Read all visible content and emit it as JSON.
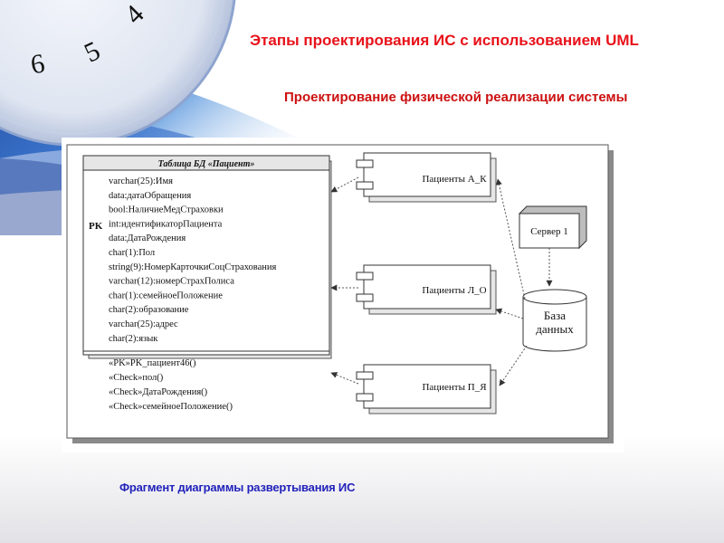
{
  "slide": {
    "title": "Этапы проектирования ИС с  использованием UML",
    "subtitle": "Проектирование физической реализации системы",
    "caption": "Фрагмент диаграммы развертывания ИС"
  },
  "clock_numbers": [
    "6",
    "5",
    "4"
  ],
  "diagram": {
    "table": {
      "header": "Таблица БД «Пациент»",
      "pk_label": "PK",
      "attributes": [
        "varchar(25):Имя",
        "data:датаОбращения",
        "bool:НаличиеМедСтраховки",
        "int:идентификаторПациента",
        "data:ДатаРождения",
        "char(1):Пол",
        "string(9):НомерКарточкиСоцСтрахования",
        "varchar(12):номерСтрахПолиса",
        "char(1):семейноеПоложение",
        "char(2):образование",
        "varchar(25):адрес",
        "char(2):язык"
      ],
      "operations": [
        "«PK»PK_пациент46()",
        "«Check»пол()",
        "«Check»ДатаРождения()",
        "«Check»семейноеПоложение()"
      ]
    },
    "components": [
      "Пациенты А_К",
      "Пациенты Л_О",
      "Пациенты П_Я"
    ],
    "server": "Сервер 1",
    "database": [
      "База",
      "данных"
    ]
  }
}
